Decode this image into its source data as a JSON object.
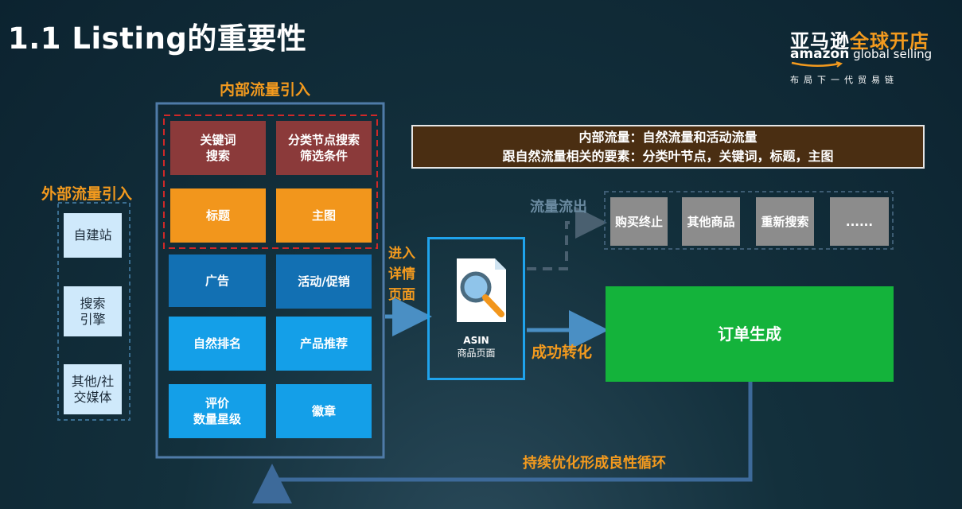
{
  "title": "1.1 Listing的重要性",
  "logo": {
    "cn_part1": "亚马逊",
    "cn_part2": "全球开店",
    "en_part1": "amazon",
    "en_part2": " global selling",
    "sub": "布局下一代贸易链"
  },
  "internal": {
    "heading": "内部流量引入",
    "keyword": "关键词\n搜索",
    "category": "分类节点搜索\n筛选条件",
    "title_box": "标题",
    "main_image": "主图",
    "ads": "广告",
    "promo": "活动/促销",
    "organic": "自然排名",
    "recommend": "产品推荐",
    "reviews": "评价\n数量星级",
    "badge": "徽章"
  },
  "external": {
    "heading": "外部流量引入",
    "items": [
      "自建站",
      "搜索\n引擎",
      "其他/社\n交媒体"
    ]
  },
  "info": {
    "line1": "内部流量：自然流量和活动流量",
    "line2": "跟自然流量相关的要素：分类叶节点，关键词，标题，主图"
  },
  "enter_detail": "进入\n详情\n页面",
  "asin": {
    "line1": "ASIN",
    "line2": "商品页面"
  },
  "outflow": {
    "heading": "流量流出",
    "items": [
      "购买终止",
      "其他商品",
      "重新搜索",
      "......"
    ]
  },
  "conversion": "成功转化",
  "order": "订单生成",
  "loop": "持续优化形成良性循环",
  "colors": {
    "orange": "#f39a1e",
    "dark_red": "#8b3a3a",
    "mid_blue": "#1270b3",
    "bright_blue": "#149fe8",
    "green": "#14b33b",
    "info_bg": "#4a2e12"
  }
}
